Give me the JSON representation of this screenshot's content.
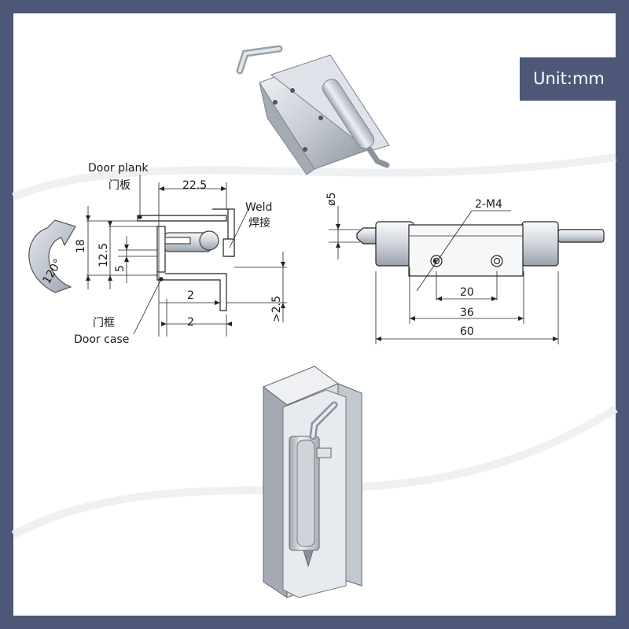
{
  "unit_label": "Unit:mm",
  "side_view": {
    "door_plank_en": "Door plank",
    "door_plank_cn": "门板",
    "weld_en": "Weld",
    "weld_cn": "焊接",
    "door_case_cn": "门框",
    "door_case_en": "Door case",
    "angle": "120°",
    "dims": {
      "w_22_5": "22.5",
      "h_18": "18",
      "h_12_5": "12.5",
      "h_5": "5",
      "w_2_top": "2",
      "w_2_bottom": "2",
      "gap_2_5": ">2.5"
    }
  },
  "front_view": {
    "dia": "ø5",
    "holes": "2-M4",
    "dims": {
      "d20": "20",
      "d36": "36",
      "d60": "60"
    }
  },
  "colors": {
    "frame": "#4d5879",
    "metal_light": "#e8ebf0",
    "metal_dark": "#8a929e",
    "line": "#222222"
  }
}
